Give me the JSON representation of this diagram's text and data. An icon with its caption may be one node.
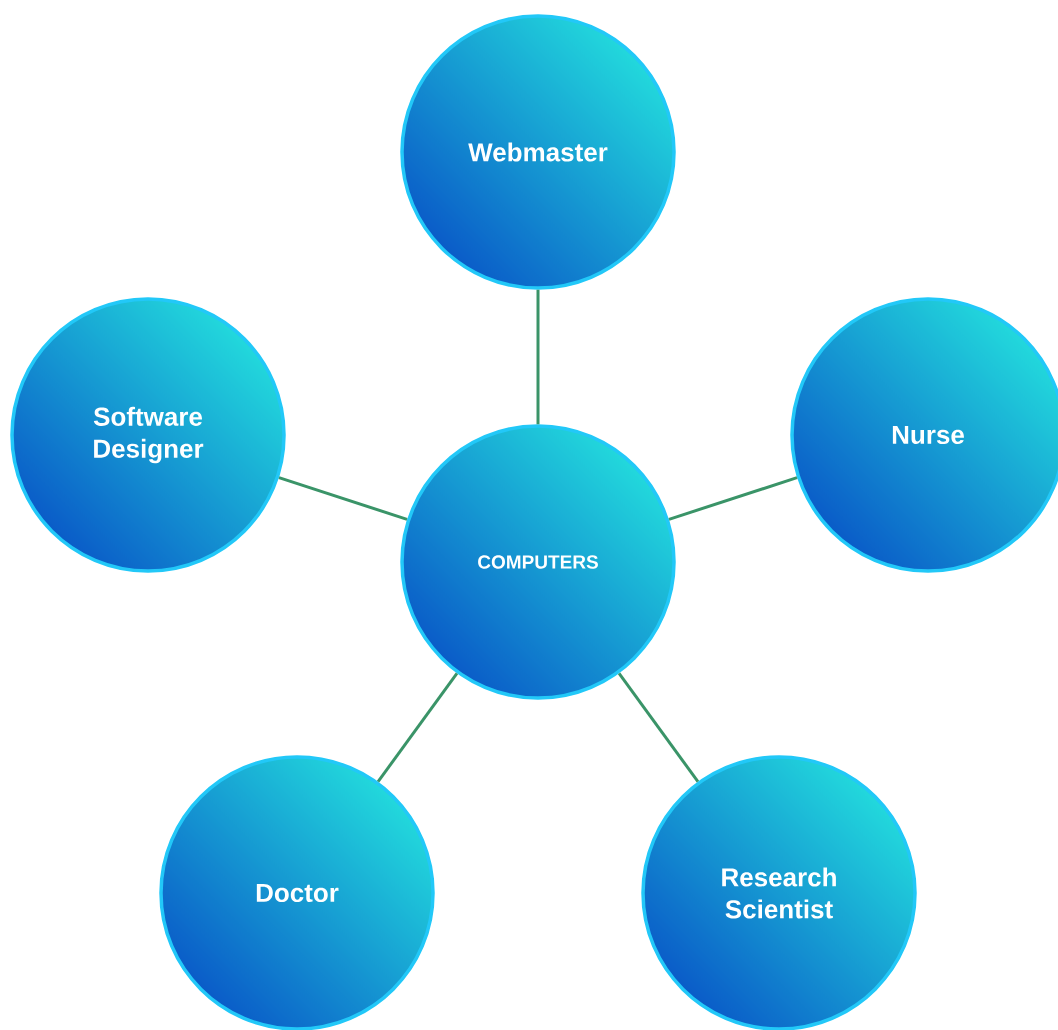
{
  "diagram": {
    "nodes": [
      {
        "text": [
          "Webmaster"
        ]
      },
      {
        "text": [
          "Software Designer"
        ]
      },
      {
        "text": [
          "Nurse"
        ]
      },
      {
        "text": [
          "COMPUTERS"
        ]
      },
      {
        "text": [
          "Doctor"
        ]
      },
      {
        "text": [
          "Research Scientist"
        ]
      }
    ],
    "edges": [
      {
        "from": 3,
        "to": 0,
        "arrow": "none"
      },
      {
        "from": 3,
        "to": 1,
        "arrow": "none"
      },
      {
        "from": 3,
        "to": 2,
        "arrow": "none"
      },
      {
        "from": 3,
        "to": 4,
        "arrow": "none"
      },
      {
        "from": 3,
        "to": 5,
        "arrow": "none"
      }
    ]
  }
}
